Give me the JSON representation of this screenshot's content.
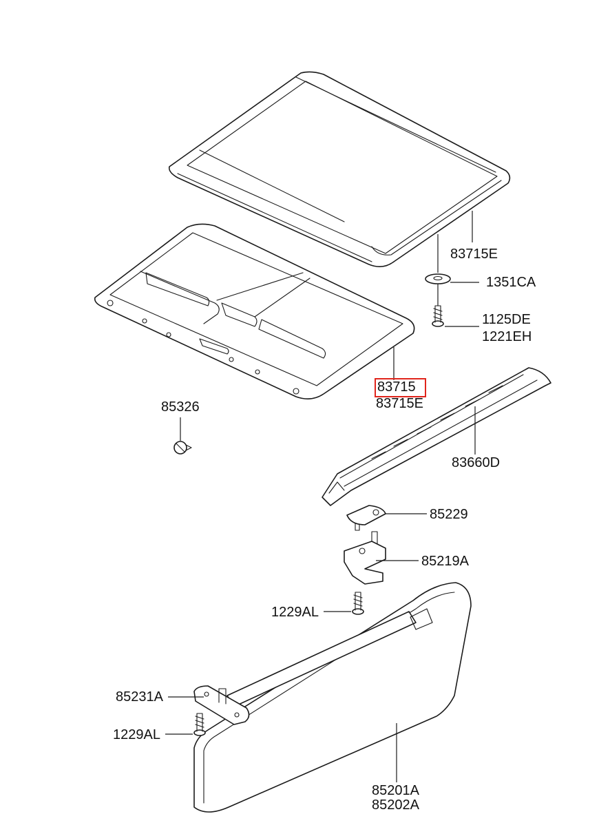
{
  "highlight_color": "#e0241b",
  "labels": {
    "roof_panel_a": "83715E",
    "washer": "1351CA",
    "screw_1": "1125DE",
    "screw_2": "1221EH",
    "headlining": "83715",
    "headlining_alt": "83715E",
    "clip": "85326",
    "rail": "83660D",
    "retainer": "85229",
    "visor_bracket": "85219A",
    "screw_upper": "1229AL",
    "holder": "85231A",
    "screw_lower": "1229AL",
    "visor_lh": "85201A",
    "visor_rh": "85202A"
  },
  "highlighted_part": "83715"
}
